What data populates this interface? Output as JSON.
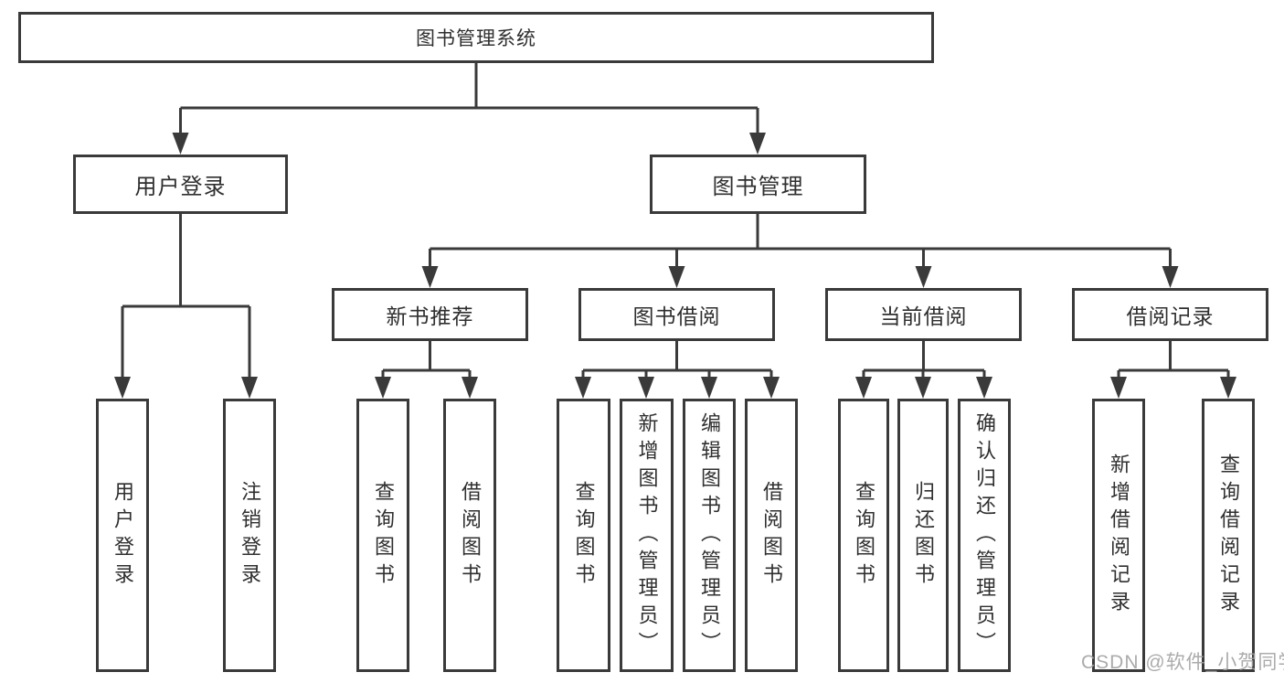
{
  "colors": {
    "line": "#3a3a3a",
    "node-border": "#3a3a3a",
    "text": "#2f2f2f",
    "watermark": "#a3a3a3",
    "background": "#ffffff"
  },
  "watermark": {
    "text": "CSDN @软件_小贺同学"
  },
  "diagram": {
    "type": "tree",
    "root": {
      "label": "图书管理系统",
      "children": [
        {
          "label": "用户登录",
          "children": [
            {
              "label": "用户登录"
            },
            {
              "label": "注销登录"
            }
          ]
        },
        {
          "label": "图书管理",
          "children": [
            {
              "label": "新书推荐",
              "children": [
                {
                  "label": "查询图书"
                },
                {
                  "label": "借阅图书"
                }
              ]
            },
            {
              "label": "图书借阅",
              "children": [
                {
                  "label": "查询图书"
                },
                {
                  "label": "新增图书（管理员）"
                },
                {
                  "label": "编辑图书（管理员）"
                },
                {
                  "label": "借阅图书"
                }
              ]
            },
            {
              "label": "当前借阅",
              "children": [
                {
                  "label": "查询图书"
                },
                {
                  "label": "归还图书"
                },
                {
                  "label": "确认归还（管理员）"
                }
              ]
            },
            {
              "label": "借阅记录",
              "children": [
                {
                  "label": "新增借阅记录"
                },
                {
                  "label": "查询借阅记录"
                }
              ]
            }
          ]
        }
      ]
    }
  }
}
